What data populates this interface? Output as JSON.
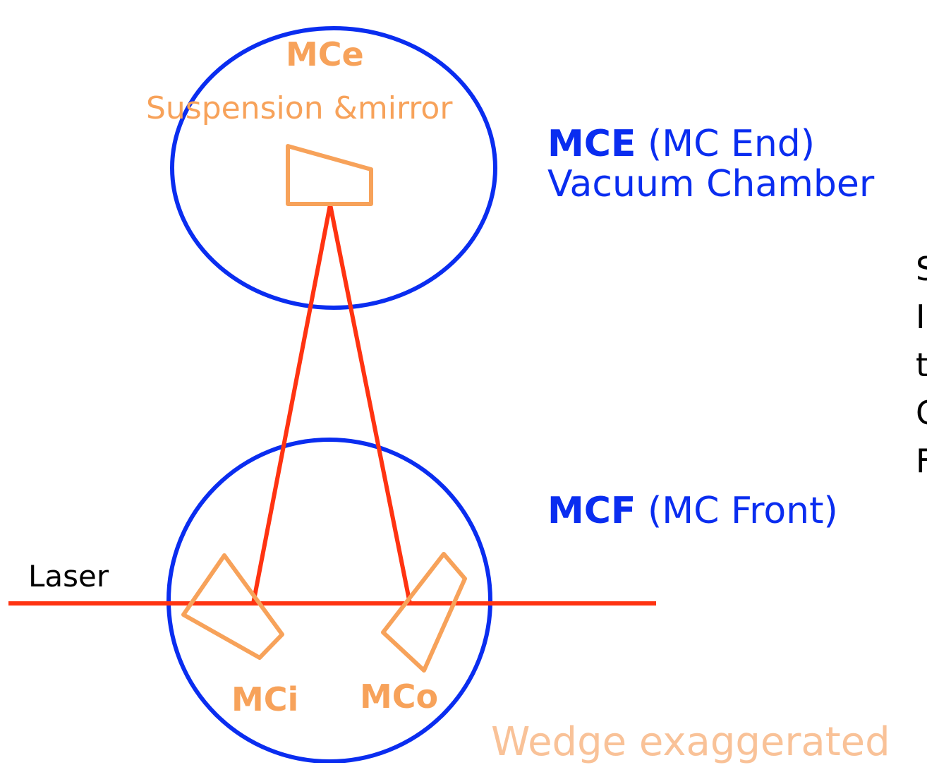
{
  "colors": {
    "chamber": "#0a2df0",
    "optic": "#f7a25a",
    "beam": "#ff3311",
    "note": "#f9c298",
    "text": "#000000"
  },
  "labels": {
    "mce_optic": "MCe",
    "mce_optic_desc": "Suspension &mirror",
    "mce_chamber_code": "MCE",
    "mce_chamber_name": "(MC End)",
    "mce_chamber_type": "Vacuum Chamber",
    "mcf_chamber_code": "MCF",
    "mcf_chamber_name": "(MC Front)",
    "laser": "Laser",
    "mci": "MCi",
    "mco": "MCo",
    "wedge_note": "Wedge exaggerated"
  },
  "side_text": [
    "S",
    "I",
    "t",
    "C",
    "F"
  ]
}
